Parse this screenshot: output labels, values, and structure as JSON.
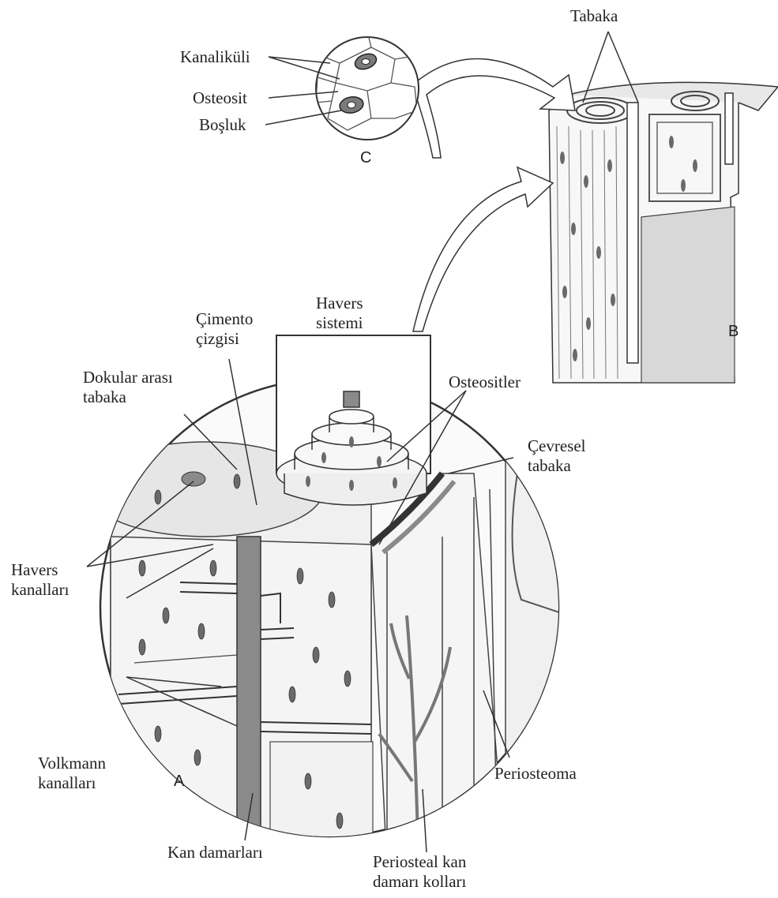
{
  "figure": {
    "panels": {
      "a": "A",
      "b": "B",
      "c": "C"
    },
    "labels": {
      "tabaka": "Tabaka",
      "kanalikuli": "Kanaliküli",
      "osteosit": "Osteosit",
      "bosluk": "Boşluk",
      "havers_sistemi": [
        "Havers",
        "sistemi"
      ],
      "cimento_cizgisi": [
        "Çimento",
        "çizgisi"
      ],
      "dokular_arasi_tabaka": [
        "Dokular arası",
        "tabaka"
      ],
      "osteositler": "Osteositler",
      "cevresel_tabaka": [
        "Çevresel",
        "tabaka"
      ],
      "havers_kanallari": [
        "Havers",
        "kanalları"
      ],
      "volkmann_kanallari": [
        "Volkmann",
        "kanalları"
      ],
      "periosteoma": "Periosteoma",
      "kan_damarlari": "Kan damarları",
      "periosteal_kan_damari_kollari": [
        "Periosteal kan",
        "damarı kolları"
      ]
    }
  },
  "colors": {
    "ink": "#222222",
    "fill_gray": "#8a8a8a",
    "light_gray": "#d9d9d9"
  }
}
